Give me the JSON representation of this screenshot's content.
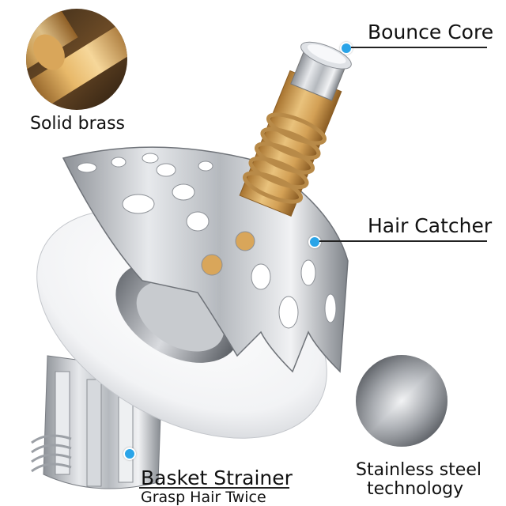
{
  "labels": {
    "solid_brass": "Solid brass",
    "bounce_core": "Bounce Core",
    "hair_catcher": "Hair Catcher",
    "basket_strainer": "Basket Strainer",
    "grasp_hair": "Grasp Hair Twice",
    "stainless_line1": "Stainless steel",
    "stainless_line2": "technology"
  },
  "icons": {
    "brass": "brass-cylinder-closeup",
    "disc": "brushed-steel-disc",
    "product": "pop-up-drain-stopper"
  },
  "colors": {
    "marker": "#2aa4e8",
    "brass": "#c8923f",
    "steel": "#b9bcc1"
  }
}
